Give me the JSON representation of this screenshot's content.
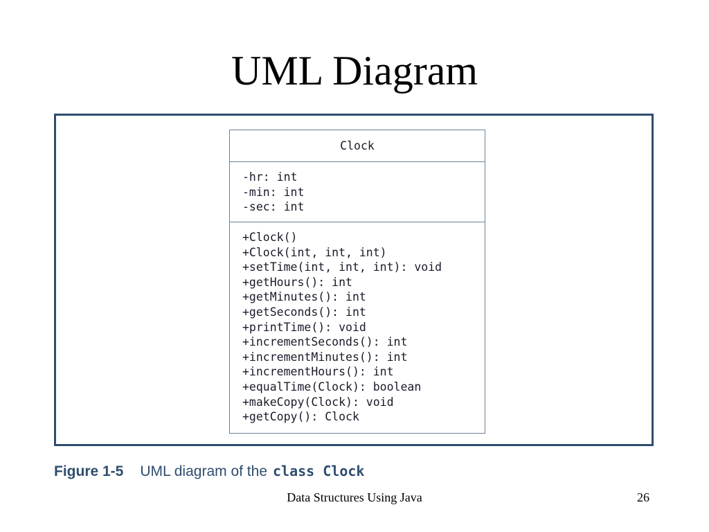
{
  "slide": {
    "title": "UML Diagram"
  },
  "uml": {
    "class_name": "Clock",
    "attributes": [
      "-hr: int",
      "-min: int",
      "-sec: int"
    ],
    "methods": [
      "+Clock()",
      "+Clock(int, int, int)",
      "+setTime(int, int, int): void",
      "+getHours(): int",
      "+getMinutes(): int",
      "+getSeconds(): int",
      "+printTime(): void",
      "+incrementSeconds(): int",
      "+incrementMinutes(): int",
      "+incrementHours(): int",
      "+equalTime(Clock): boolean",
      "+makeCopy(Clock): void",
      "+getCopy(): Clock"
    ]
  },
  "caption": {
    "label": "Figure 1-5",
    "text": "UML diagram of the",
    "code": "class Clock"
  },
  "footer": {
    "center": "Data Structures Using Java",
    "page_number": "26"
  },
  "colors": {
    "frame": "#2e4d6e",
    "uml_border": "#6a7f95"
  }
}
